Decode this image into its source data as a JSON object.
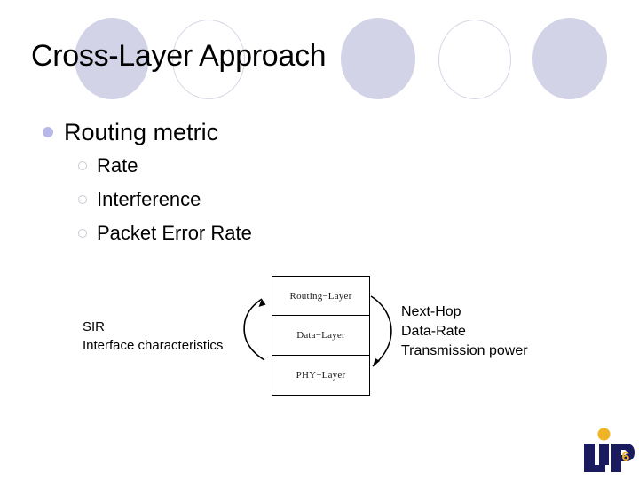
{
  "slide": {
    "title": "Cross-Layer Approach",
    "background_color": "#ffffff",
    "accent_color": "#d3d3e8",
    "page_number": "6"
  },
  "decorations": {
    "circles": [
      {
        "name": "circle-filled-1",
        "style": "filled",
        "color": "#d3d3e8"
      },
      {
        "name": "circle-outline-1",
        "style": "outline",
        "color": "#d6d6e6"
      },
      {
        "name": "circle-filled-2",
        "style": "filled",
        "color": "#d3d3e8"
      },
      {
        "name": "circle-outline-2",
        "style": "outline",
        "color": "#d6d6e6"
      },
      {
        "name": "circle-filled-3",
        "style": "filled",
        "color": "#d3d3e8"
      }
    ]
  },
  "bullets": {
    "level1": {
      "label": "Routing metric",
      "marker_color": "#b8b8e8"
    },
    "level2": [
      {
        "label": "Rate"
      },
      {
        "label": "Interference"
      },
      {
        "label": "Packet Error Rate"
      }
    ]
  },
  "diagram": {
    "layers": [
      {
        "label": "Routing−Layer"
      },
      {
        "label": "Data−Layer"
      },
      {
        "label": "PHY−Layer"
      }
    ],
    "left_caption": {
      "line1": "SIR",
      "line2": "Interface characteristics"
    },
    "right_caption": {
      "line1": "Next-Hop",
      "line2": "Data-Rate",
      "line3": "Transmission power"
    },
    "arrows": [
      {
        "name": "upward-arrow-into-routing-layer",
        "direction": "up"
      },
      {
        "name": "downward-arrow-from-routing-layer",
        "direction": "down"
      }
    ]
  },
  "logo": {
    "text": "LIP",
    "digit": "6",
    "letter_color": "#1a1a5e",
    "accent_color": "#f0b323"
  }
}
